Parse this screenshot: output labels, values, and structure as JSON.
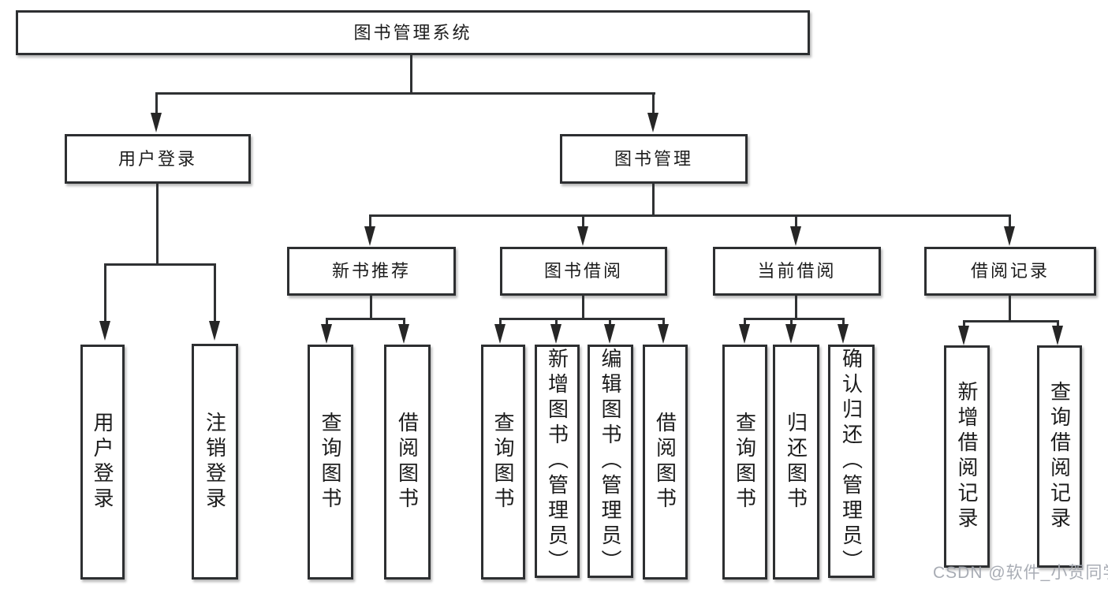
{
  "diagram": {
    "type": "hierarchy-tree",
    "root": {
      "label": "图书管理系统"
    },
    "level2": [
      {
        "label": "用户登录"
      },
      {
        "label": "图书管理"
      }
    ],
    "level3": [
      {
        "label": "新书推荐",
        "parent": "图书管理"
      },
      {
        "label": "图书借阅",
        "parent": "图书管理"
      },
      {
        "label": "当前借阅",
        "parent": "图书管理"
      },
      {
        "label": "借阅记录",
        "parent": "图书管理"
      }
    ],
    "leaves": [
      {
        "label": "用户登录",
        "parent": "用户登录"
      },
      {
        "label": "注销登录",
        "parent": "用户登录"
      },
      {
        "label": "查询图书",
        "parent": "新书推荐"
      },
      {
        "label": "借阅图书",
        "parent": "新书推荐"
      },
      {
        "label": "查询图书",
        "parent": "图书借阅"
      },
      {
        "label": "新增图书（管理员）",
        "parent": "图书借阅"
      },
      {
        "label": "编辑图书（管理员）",
        "parent": "图书借阅"
      },
      {
        "label": "借阅图书",
        "parent": "图书借阅"
      },
      {
        "label": "查询图书",
        "parent": "当前借阅"
      },
      {
        "label": "归还图书",
        "parent": "当前借阅"
      },
      {
        "label": "确认归还（管理员）",
        "parent": "当前借阅"
      },
      {
        "label": "新增借阅记录",
        "parent": "借阅记录"
      },
      {
        "label": "查询借阅记录",
        "parent": "借阅记录"
      }
    ],
    "watermark": "CSDN @软件_小贺同学",
    "colors": {
      "background": "#ffffff",
      "line": "#2f3133",
      "box_border": "#2d2f31",
      "text": "#1c1c1c",
      "watermark": "#a3a8b0"
    }
  }
}
